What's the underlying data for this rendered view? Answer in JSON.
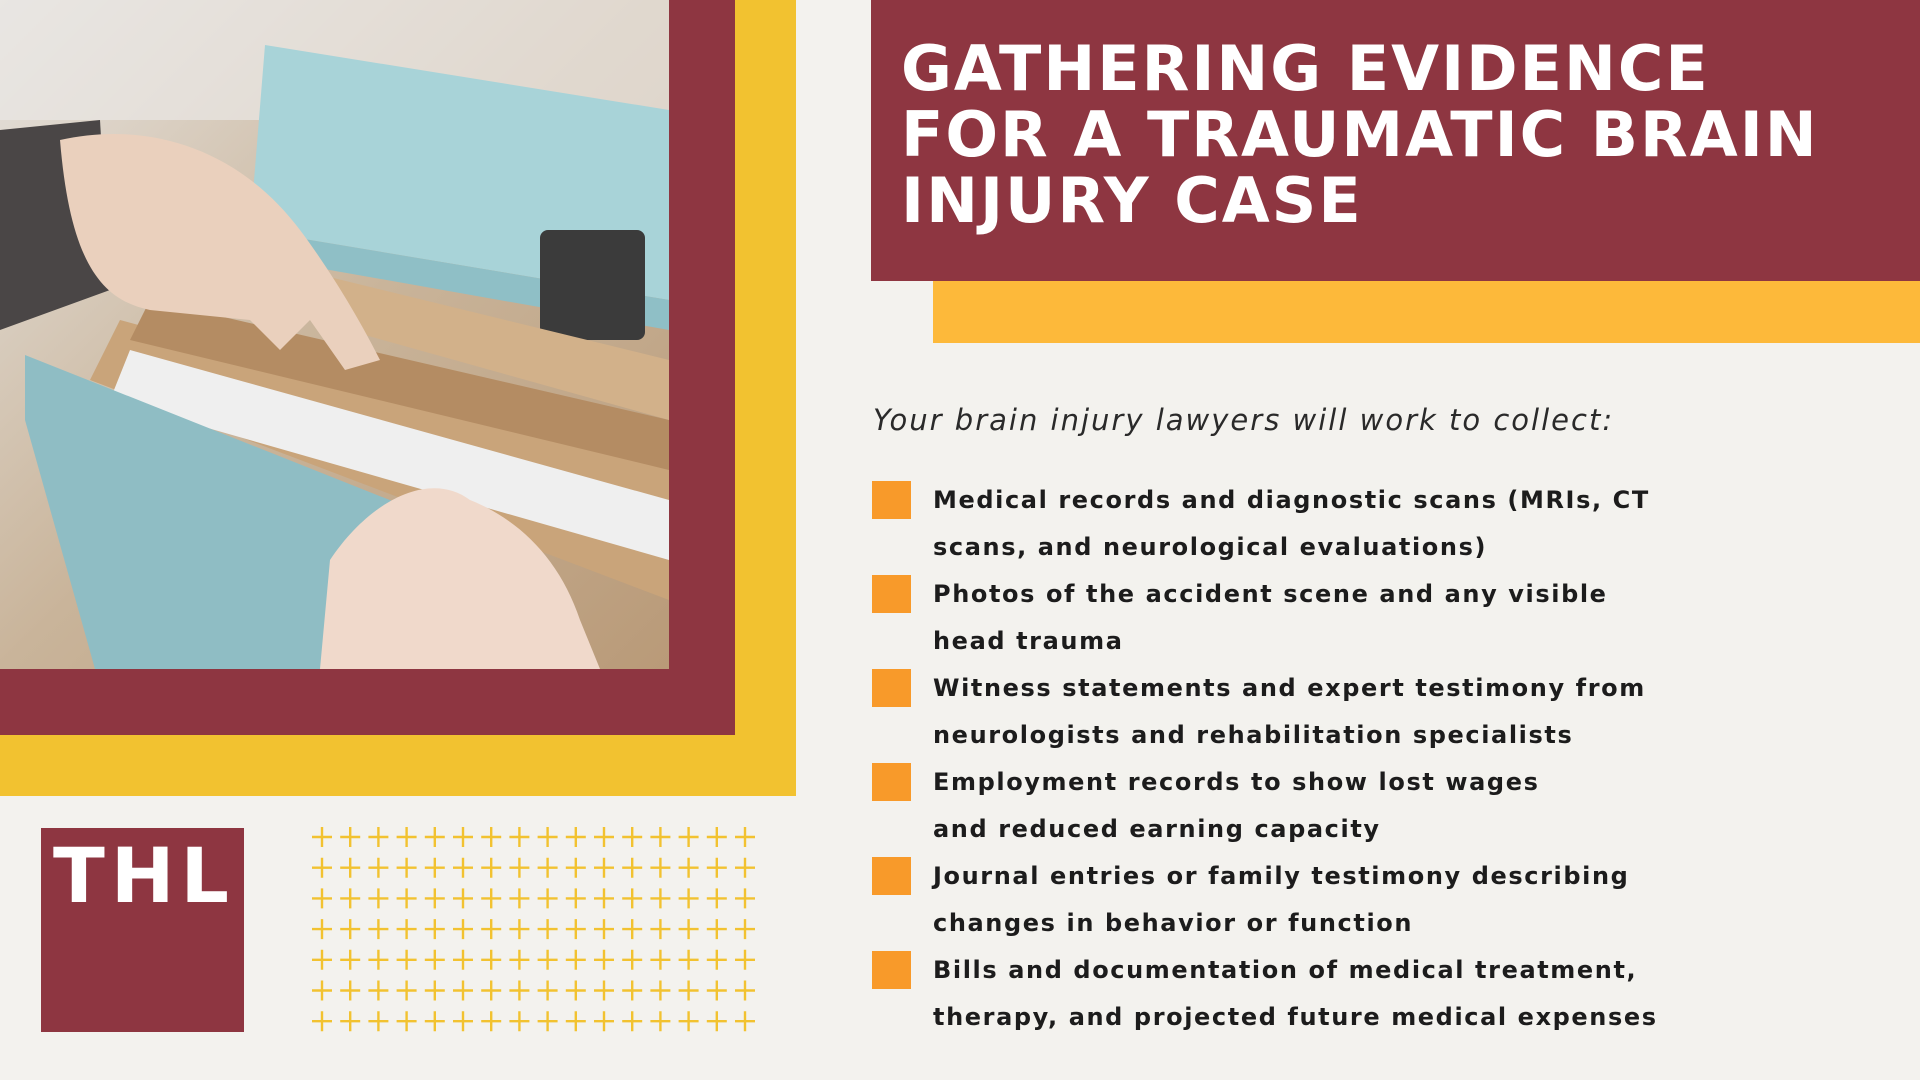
{
  "header": {
    "title_lines": [
      "GATHERING EVIDENCE",
      "FOR A TRAUMATIC BRAIN",
      "INJURY CASE"
    ]
  },
  "main": {
    "intro": "Your brain injury lawyers will work to collect:",
    "items": [
      {
        "lines": [
          "Medical records and diagnostic scans (MRIs, CT",
          "scans, and neurological evaluations)"
        ]
      },
      {
        "lines": [
          "Photos of the accident scene and any visible",
          "head trauma"
        ]
      },
      {
        "lines": [
          "Witness statements and expert testimony from",
          "neurologists and rehabilitation specialists"
        ]
      },
      {
        "lines": [
          "Employment records to show lost wages",
          "and reduced earning capacity"
        ]
      },
      {
        "lines": [
          "Journal entries or family testimony describing",
          "changes in behavior or function"
        ]
      },
      {
        "lines": [
          "Bills and documentation of medical treatment,",
          "therapy, and projected future medical expenses"
        ]
      }
    ]
  },
  "logo": {
    "text": "THL"
  },
  "decor": {
    "plus_grid": {
      "cols": 16,
      "rows": 7,
      "icon": "plus-icon"
    }
  },
  "photo": {
    "description": "hands sorting files in a light blue accordion file folder"
  },
  "colors": {
    "maroon": "#8E3641",
    "yellow_frame": "#F2C230",
    "yellow_bar": "#FDB93A",
    "bullet_orange": "#F89A2A",
    "background": "#F3F2EE"
  }
}
